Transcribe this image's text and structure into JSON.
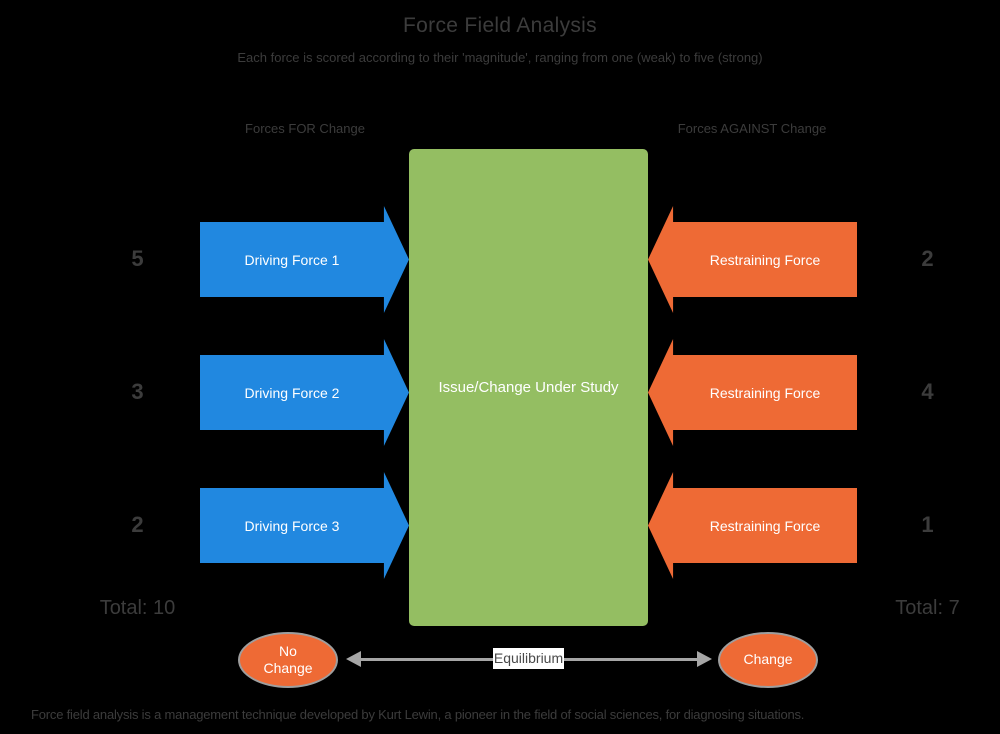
{
  "title": "Force Field Analysis",
  "subtitle": "Each force is scored according to their 'magnitude', ranging from one (weak) to five (strong)",
  "colors": {
    "background": "#000000",
    "driving_force": "#2188E0",
    "restraining_force": "#EE6A35",
    "issue_box": "#94BE62",
    "diagram_text": "#3C3C3C",
    "shape_text": "#FFFFFF",
    "equilibrium_line": "#A6A6A6",
    "ellipse_border": "#9E9E9E",
    "label_bg": "#FFFFFF"
  },
  "left_column": {
    "header": "Forces FOR Change",
    "total_label": "Total: 10",
    "forces": [
      {
        "label": "Driving Force 1",
        "score": 5
      },
      {
        "label": "Driving Force 2",
        "score": 3
      },
      {
        "label": "Driving Force 3",
        "score": 2
      }
    ]
  },
  "right_column": {
    "header": "Forces AGAINST Change",
    "total_label": "Total: 7",
    "forces": [
      {
        "label": "Restraining Force",
        "score": 2
      },
      {
        "label": "Restraining Force",
        "score": 4
      },
      {
        "label": "Restraining Force",
        "score": 1
      }
    ]
  },
  "center": {
    "label": "Issue/Change Under Study"
  },
  "equilibrium": {
    "label": "Equilibrium",
    "left_outcome": "No Change",
    "right_outcome": "Change"
  },
  "footer": "Force field analysis is a management technique developed by Kurt Lewin, a pioneer in the field of social sciences, for diagnosing situations."
}
